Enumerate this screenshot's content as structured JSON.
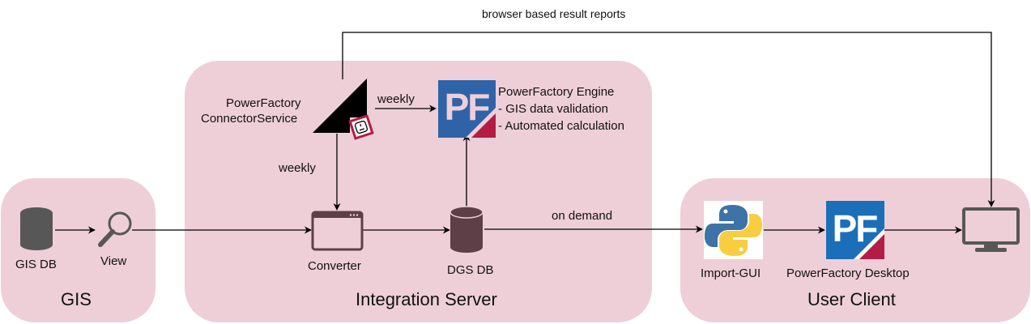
{
  "colors": {
    "zone_fill": "#eecfd8",
    "icon_gray": "#575757",
    "db_maroon": "#5e3f47",
    "pf_blue": "#2f63a8",
    "pf_blue_desktop": "#1a6fb8",
    "pf_red": "#b31c45",
    "python_blue": "#3d73a6",
    "python_yellow": "#f8cd3f"
  },
  "zones": {
    "gis": {
      "title": "GIS"
    },
    "integration": {
      "title": "Integration Server"
    },
    "client": {
      "title": "User Client"
    }
  },
  "nodes": {
    "gis_db": {
      "label": "GIS DB",
      "icon": "database-icon"
    },
    "view": {
      "label": "View",
      "icon": "magnifier-icon"
    },
    "connector": {
      "label_line1": "PowerFactory",
      "label_line2": "ConnectorService",
      "icon": "connector-service-icon"
    },
    "engine": {
      "label_line1": "PowerFactory Engine",
      "label_line2": "- GIS data validation",
      "label_line3": "- Automated calculation",
      "icon": "powerfactory-icon",
      "icon_text": "PF"
    },
    "converter": {
      "label": "Converter",
      "icon": "window-icon"
    },
    "dgs_db": {
      "label": "DGS DB",
      "icon": "database-icon"
    },
    "import_gui": {
      "label": "Import-GUI",
      "icon": "python-icon"
    },
    "pf_desktop": {
      "label": "PowerFactory Desktop",
      "icon": "powerfactory-icon",
      "icon_text": "PF"
    },
    "monitor": {
      "label": "",
      "icon": "monitor-icon"
    }
  },
  "edges": {
    "connector_to_engine": "weekly",
    "connector_to_converter": "weekly",
    "dgs_to_import": "on demand",
    "connector_to_monitor": "browser based result reports"
  }
}
